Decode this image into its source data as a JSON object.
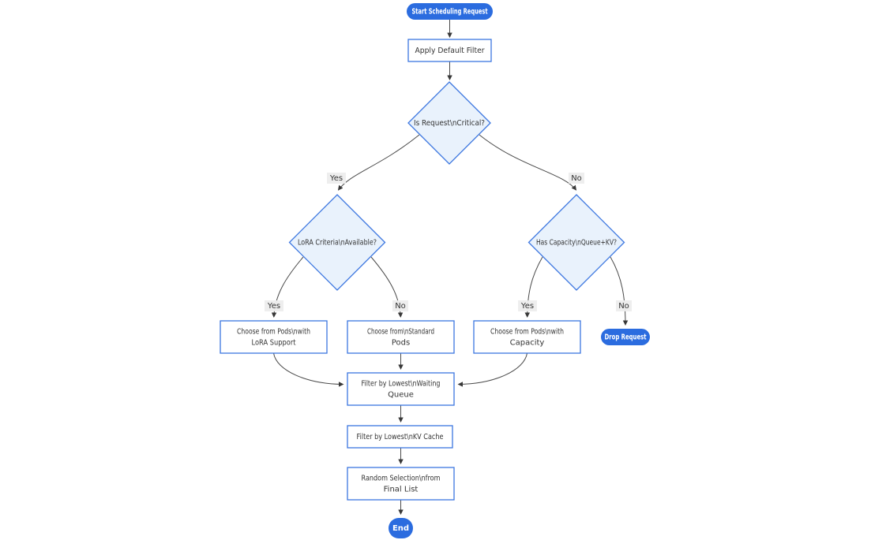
{
  "diagram": {
    "type": "flowchart",
    "direction": "top-down",
    "nodes": {
      "start": {
        "label": "Start Scheduling Request",
        "shape": "stadium"
      },
      "apply_filter": {
        "label": "Apply Default Filter",
        "shape": "rect"
      },
      "is_critical": {
        "label": "Is Request\\nCritical?",
        "shape": "diamond"
      },
      "lora_available": {
        "label": "LoRA Criteria\\nAvailable?",
        "shape": "diamond"
      },
      "has_capacity": {
        "label": "Has Capacity\\nQueue+KV?",
        "shape": "diamond"
      },
      "choose_lora": {
        "lines": [
          "Choose from Pods\\nwith",
          "LoRA Support"
        ],
        "shape": "rect"
      },
      "choose_standard": {
        "lines": [
          "Choose from\\nStandard",
          "Pods"
        ],
        "shape": "rect"
      },
      "choose_capacity": {
        "lines": [
          "Choose from Pods\\nwith",
          "Capacity"
        ],
        "shape": "rect"
      },
      "drop_request": {
        "label": "Drop Request",
        "shape": "stadium"
      },
      "filter_waiting_queue": {
        "lines": [
          "Filter by Lowest\\nWaiting",
          "Queue"
        ],
        "shape": "rect"
      },
      "filter_kv_cache": {
        "label": "Filter by Lowest\\nKV Cache",
        "shape": "rect"
      },
      "random_selection": {
        "lines": [
          "Random Selection\\nfrom",
          "Final List"
        ],
        "shape": "rect"
      },
      "end": {
        "label": "End",
        "shape": "stadium"
      }
    },
    "edge_labels": {
      "critical_yes": "Yes",
      "critical_no": "No",
      "lora_yes": "Yes",
      "lora_no": "No",
      "capacity_yes": "Yes",
      "capacity_no": "No"
    }
  },
  "colors": {
    "pill_fill": "#2b6cdf",
    "pill_text": "#ffffff",
    "node_fill": "#ffffff",
    "node_border": "#3b76e0",
    "diamond_fill": "#e9f2fc",
    "edge_color": "#4a4a4a",
    "arrow_color": "#383838",
    "text_color": "#333333",
    "label_bg": "#ededed"
  }
}
